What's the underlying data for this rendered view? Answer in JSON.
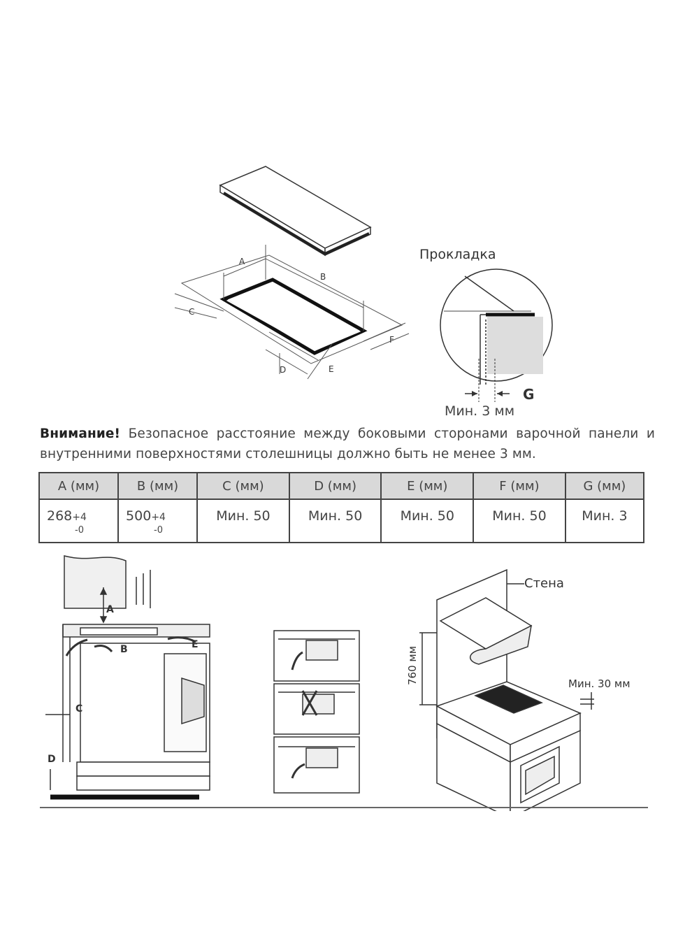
{
  "diagram_top": {
    "labels": {
      "A": "A",
      "B": "B",
      "C": "C",
      "D": "D",
      "E": "E",
      "F": "F"
    },
    "detail": {
      "gasket_label": "Прокладка",
      "gap_label": "G",
      "min_label": "Мин. 3 мм"
    }
  },
  "notice": {
    "bold": "Внимание!",
    "text": " Безопасное расстояние между боковыми сторонами варочной панели и внутренними поверхностями столешницы должно быть не менее 3 мм."
  },
  "table": {
    "headers": [
      "A (мм)",
      "B (мм)",
      "C (мм)",
      "D (мм)",
      "E (мм)",
      "F (мм)",
      "G (мм)"
    ],
    "row": [
      {
        "value": "268",
        "plus": "+4",
        "minus": "-0"
      },
      {
        "value": "500",
        "plus": "+4",
        "minus": "-0"
      },
      {
        "value": "Мин. 50"
      },
      {
        "value": "Мин. 50"
      },
      {
        "value": "Мин. 50"
      },
      {
        "value": "Мин. 50"
      },
      {
        "value": "Мин. 3"
      }
    ]
  },
  "diagram_left": {
    "labels": {
      "A": "A",
      "B": "B",
      "C": "C",
      "D": "D",
      "E": "E"
    }
  },
  "diagram_right": {
    "wall_label": "Стена",
    "height_label": "760 мм",
    "min_side_label": "Мин. 30 мм"
  }
}
